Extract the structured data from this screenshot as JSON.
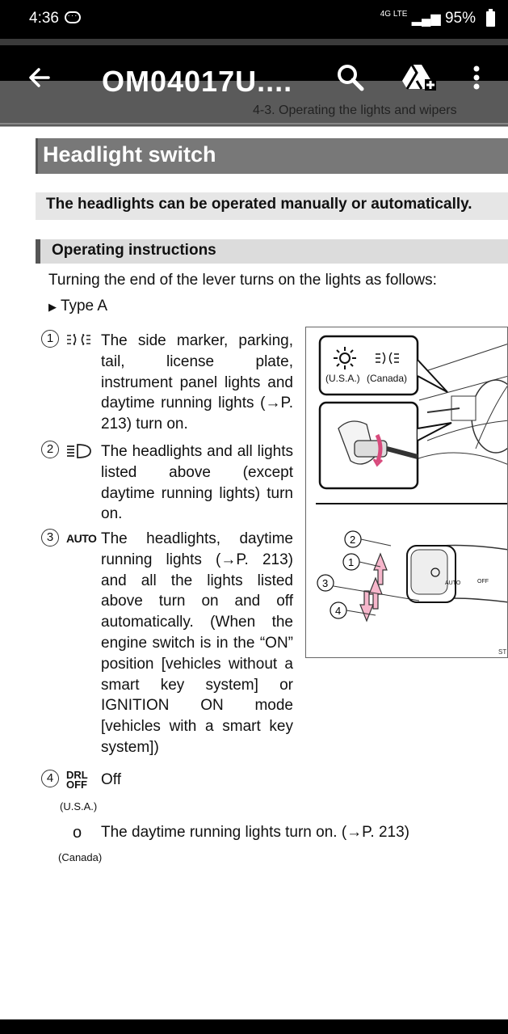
{
  "status_bar": {
    "time": "4:36",
    "signal": "4G LTE",
    "battery": "95%"
  },
  "app_bar": {
    "title": "OM04017U....",
    "back_icon": "arrow-left-icon",
    "search_icon": "search-icon",
    "drive_icon": "add-to-drive-icon",
    "menu_icon": "more-vert-icon"
  },
  "page": {
    "section": "4-3. Operating the lights and wipers",
    "heading": "Headlight switch",
    "intro": "The headlights can be operated manually or automatically.",
    "subheading": "Operating instructions",
    "lead": "Turning the end of the lever turns on the lights as follows:",
    "type_label": "Type A",
    "items": [
      {
        "num": "1",
        "text": "The side marker, parking, tail, license plate, instrument panel lights and daytime running lights (→P. 213) turn on."
      },
      {
        "num": "2",
        "text": "The headlights and all lights listed above (except daytime running lights) turn on."
      },
      {
        "num": "3",
        "symbol": "AUTO",
        "text": "The headlights, daytime running lights (→P. 213) and all the lights listed above turn on and off automatically. (When the engine switch is in the “ON” position [vehicles without a smart key system] or IGNITION ON mode [vehicles with a smart key system])"
      },
      {
        "num": "4",
        "symbol": "DRL OFF",
        "text": "Off",
        "region": "(U.S.A.)"
      },
      {
        "symbol": "o",
        "text": "The daytime running lights turn on. (→P. 213)",
        "region": "(Canada)"
      }
    ],
    "figure": {
      "label_usa": "(U.S.A.)",
      "label_canada": "(Canada)",
      "label_auto": "AUTO",
      "label_off": "OFF",
      "code": "ST"
    }
  }
}
